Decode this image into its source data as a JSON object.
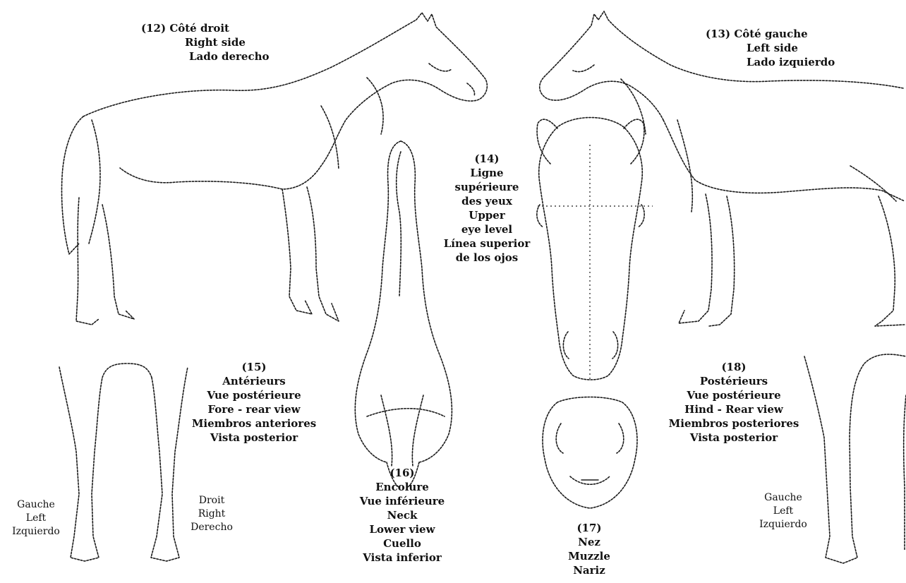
{
  "views": {
    "v12": {
      "number": "(12)",
      "lines": [
        "Côté droit",
        "Right side",
        "Lado derecho"
      ]
    },
    "v13": {
      "number": "(13)",
      "lines": [
        "Côté gauche",
        "Left side",
        "Lado izquierdo"
      ]
    },
    "v14": {
      "number": "(14)",
      "lines": [
        "Ligne",
        "supérieure",
        "des yeux",
        "Upper",
        "eye level",
        "Línea superior",
        "de los ojos"
      ]
    },
    "v15": {
      "number": "(15)",
      "lines": [
        "Antérieurs",
        "Vue postérieure",
        "Fore - rear view",
        "Miembros anteriores",
        "Vista posterior"
      ]
    },
    "v16": {
      "number": "(16)",
      "lines": [
        "Encolure",
        "Vue inférieure",
        "Neck",
        "Lower view",
        "Cuello",
        "Vista inferior"
      ]
    },
    "v17": {
      "number": "(17)",
      "lines": [
        "Nez",
        "Muzzle",
        "Nariz"
      ]
    },
    "v18": {
      "number": "(18)",
      "lines": [
        "Postérieurs",
        "Vue postérieure",
        "Hind - Rear view",
        "Miembros posteriores",
        "Vista posterior"
      ]
    }
  },
  "side_labels": {
    "fore_left": [
      "Gauche",
      "Left",
      "Izquierdo"
    ],
    "fore_right": [
      "Droit",
      "Right",
      "Derecho"
    ],
    "hind_left": [
      "Gauche",
      "Left",
      "Izquierdo"
    ]
  }
}
